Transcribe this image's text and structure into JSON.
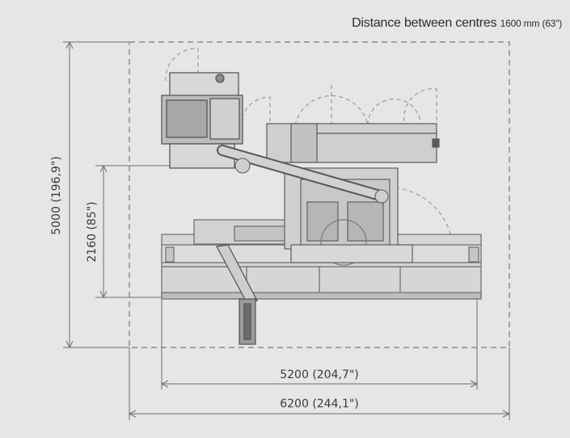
{
  "caption": {
    "label": "Distance between centres",
    "value": "1600 mm (63\")"
  },
  "dimensions": {
    "overall_height": "5000   (196,9\")",
    "mid_height": "2160   (85\")",
    "inner_width": "5200   (204,7\")",
    "overall_width": "6200   (244,1\")"
  },
  "colors": {
    "background": "#e6e6e6",
    "line": "#6f6f6f",
    "machine_fill": "#d4d4d4",
    "dark": "#4a4a4a"
  }
}
